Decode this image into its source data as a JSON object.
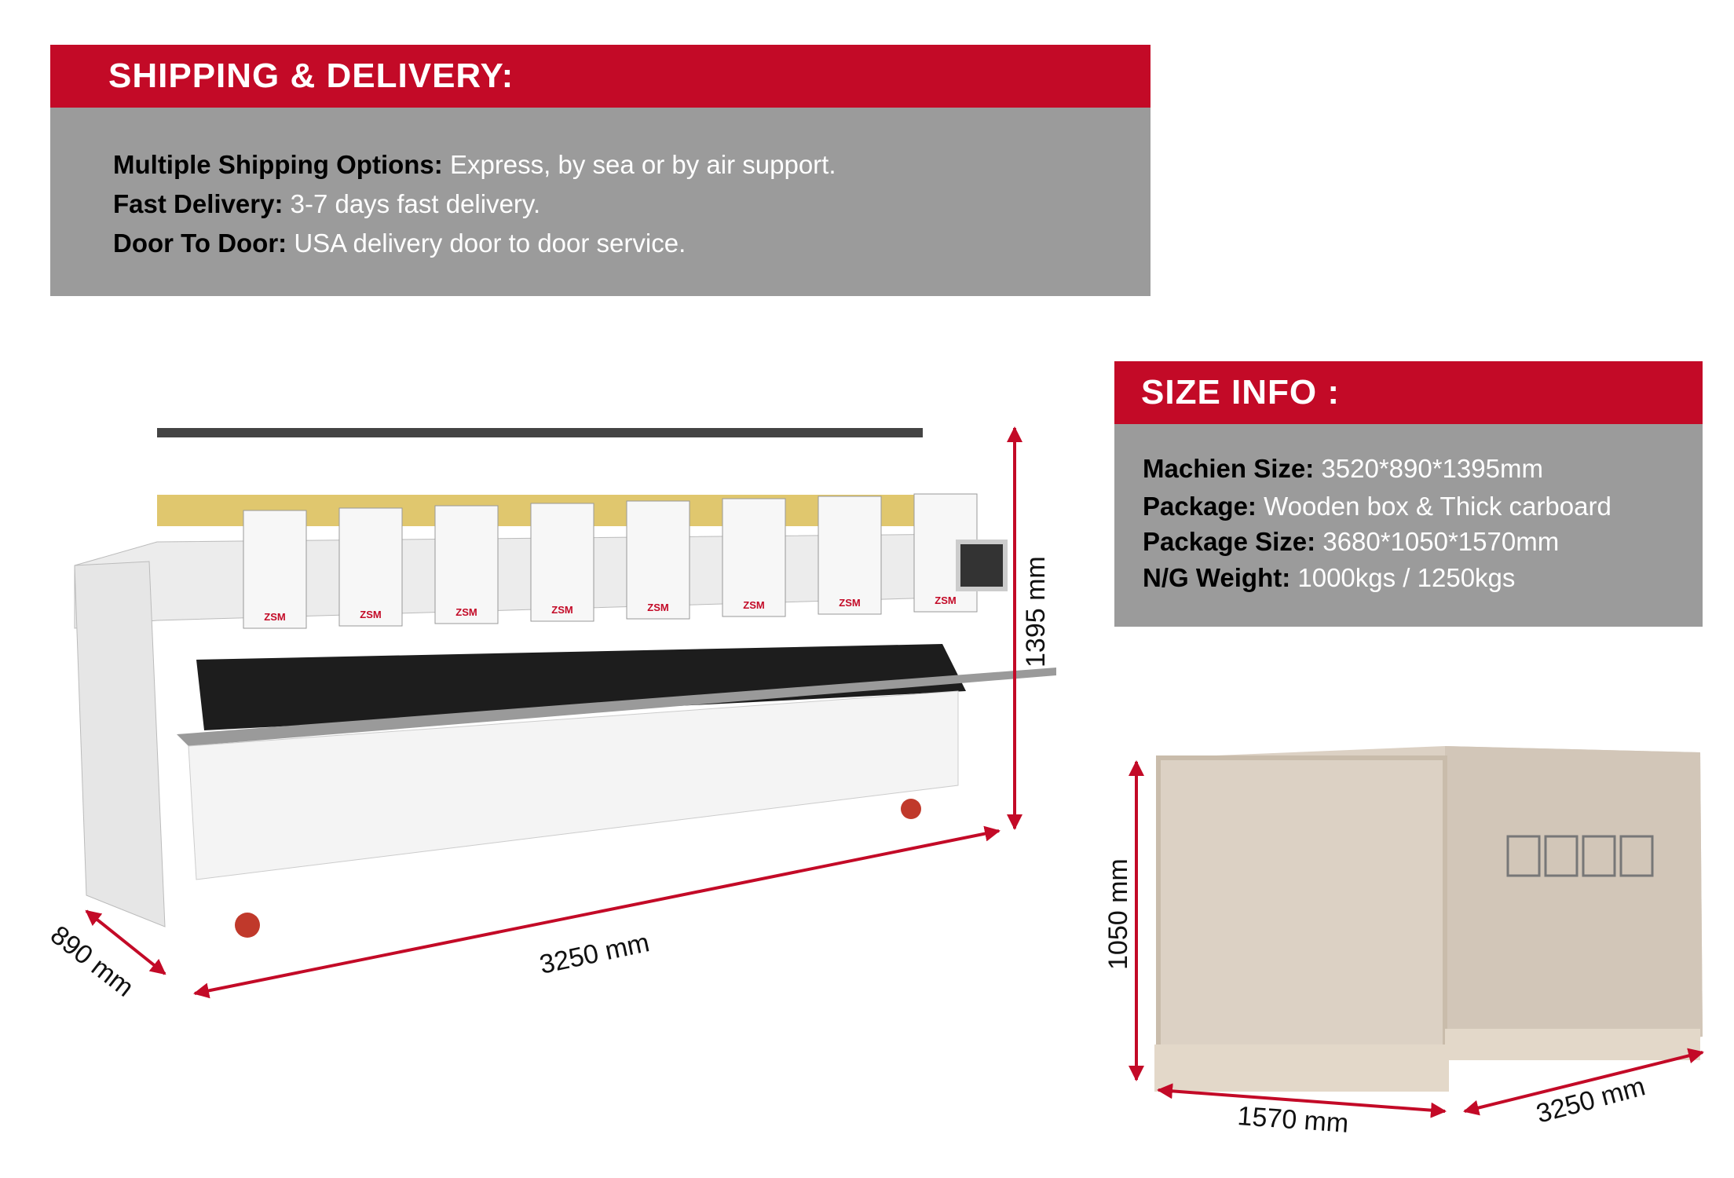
{
  "shipping": {
    "title": "SHIPPING & DELIVERY:",
    "rows": [
      {
        "label": "Multiple Shipping Options:",
        "value": "Express, by sea or by air support."
      },
      {
        "label": "Fast Delivery:",
        "value": "3-7 days fast delivery."
      },
      {
        "label": "Door To Door:",
        "value": "USA delivery door to door service."
      }
    ]
  },
  "size_info": {
    "title": "SIZE INFO :",
    "rows": [
      {
        "label": "Machien Size:",
        "value": "3520*890*1395mm"
      },
      {
        "label": "Package:",
        "value": "Wooden box &  Thick carboard"
      },
      {
        "label": "Package Size:",
        "value": "3680*1050*1570mm"
      },
      {
        "label": "N/G Weight:",
        "value": "1000kgs / 1250kgs"
      }
    ]
  },
  "machine_dimensions": {
    "height": "1395 mm",
    "length": "3250 mm",
    "depth": "890 mm",
    "brand": "ZSM"
  },
  "package_dimensions": {
    "height": "1050 mm",
    "width": "1570 mm",
    "length": "3250 mm"
  },
  "colors": {
    "accent": "#c30a27",
    "panel": "#9b9b9b"
  }
}
